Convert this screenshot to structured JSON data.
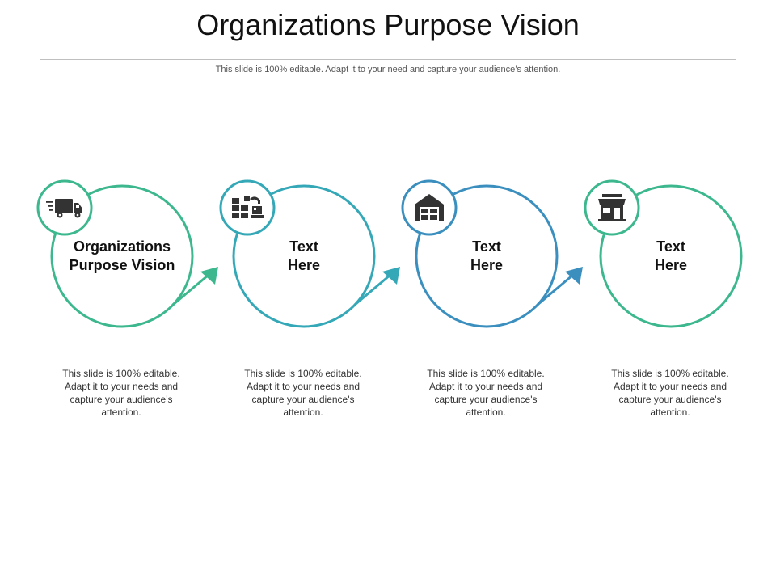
{
  "slide": {
    "title": "Organizations Purpose Vision",
    "subtitle": "This slide is 100% editable. Adapt it to your need and capture your audience’s attention."
  },
  "steps": [
    {
      "label_line1": "Organizations",
      "label_line2": "Purpose Vision",
      "description": "This slide is 100% editable. Adapt it to your needs and capture your audience's attention.",
      "icon": "delivery-truck-icon",
      "color": "#3db88e"
    },
    {
      "label_line1": "Text",
      "label_line2": "Here",
      "description": "This slide is 100% editable. Adapt it to your needs and capture your audience's attention.",
      "icon": "warehouse-inventory-icon",
      "color": "#35a8b8"
    },
    {
      "label_line1": "Text",
      "label_line2": "Here",
      "description": "This slide is 100% editable. Adapt it to your needs and capture your audience's attention.",
      "icon": "warehouse-building-icon",
      "color": "#3a8fbf"
    },
    {
      "label_line1": "Text",
      "label_line2": "Here",
      "description": "This slide is 100% editable. Adapt it to your needs and capture your audience's attention.",
      "icon": "store-front-icon",
      "color": "#3db88e"
    }
  ],
  "colors": {
    "icon_fill": "#333333",
    "connector_1": "#3db88e",
    "connector_2": "#35a8b8",
    "connector_3": "#3a8fbf"
  }
}
